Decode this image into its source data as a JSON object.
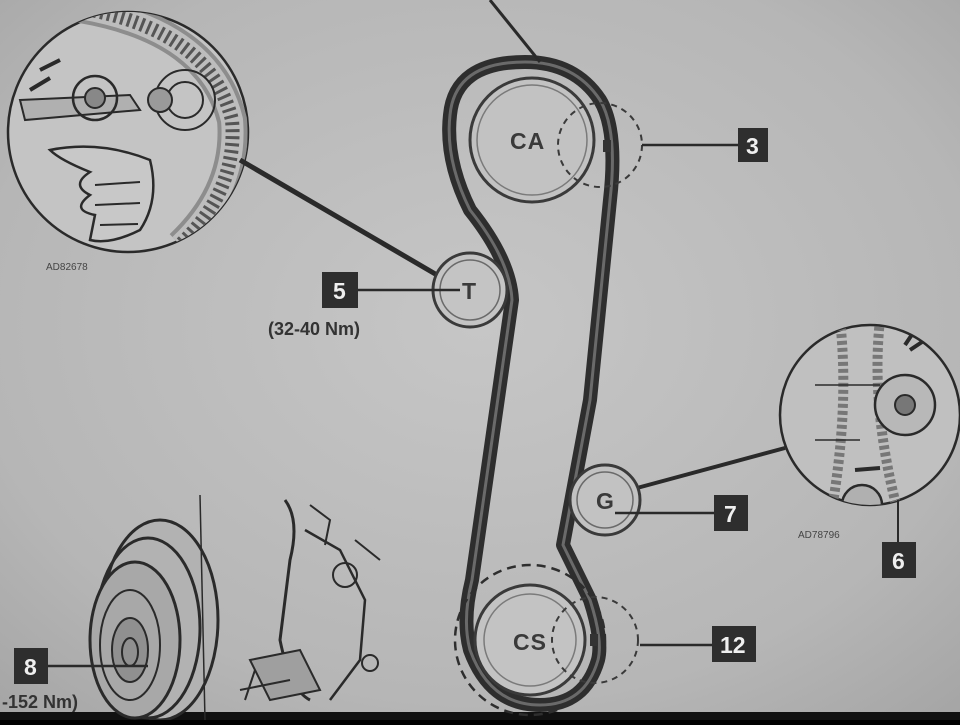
{
  "pulleys": {
    "camshaft": "CA",
    "tensioner": "T",
    "guide": "G",
    "crankshaft": "CS"
  },
  "callouts": {
    "camshaft_bolt": "3",
    "tensioner_bolt": "5",
    "guide_bolt": "7",
    "guide_detail": "6",
    "crank_sprocket_bolt": "12",
    "crank_pulley_bolt": "8"
  },
  "torque": {
    "tensioner": "(32-40 Nm)",
    "crank_pulley": "-152 Nm)"
  },
  "figure_codes": {
    "tensioner_detail": "AD82678",
    "guide_detail": "AD78796"
  },
  "colors": {
    "paper": "#b9b9b9",
    "ink": "#2b2b2b",
    "callout_box": "#2e2e2e"
  }
}
